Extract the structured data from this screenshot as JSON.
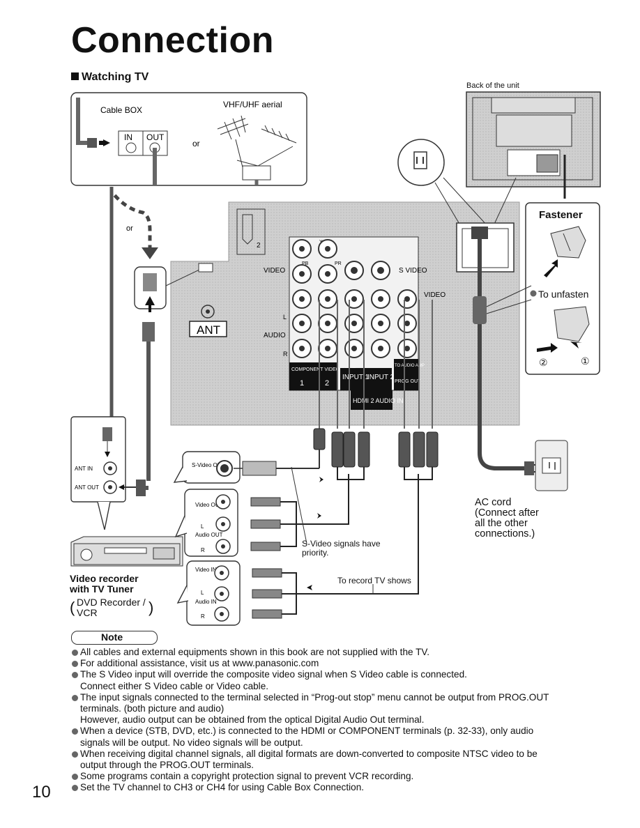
{
  "title": "Connection",
  "section_heading": "Watching TV",
  "labels": {
    "back_of_unit": "Back of the unit",
    "cable_box": "Cable BOX",
    "vhf_uhf_aerial": "VHF/UHF aerial",
    "in": "IN",
    "out": "OUT",
    "or_top": "or",
    "or_left": "or",
    "ant": "ANT",
    "video_label": "VIDEO",
    "audio_label": "AUDIO",
    "l": "L",
    "r": "R",
    "y": "Y",
    "pb": "PB",
    "pr": "PR",
    "s_video": "S VIDEO",
    "video_right": "VIDEO",
    "component_video_input": "COMPONENT VIDEO INPUT",
    "one": "1",
    "two": "2",
    "input1": "INPUT 1",
    "input2": "INPUT 2",
    "hdmi2_audio_in": "HDMI 2 AUDIO IN",
    "to_audio_amp": "TO AUDIO AMP",
    "prog_out": "PROG OUT",
    "hdmi_slot_num": "2",
    "ant_in": "ANT IN",
    "ant_out": "ANT OUT",
    "svideo_out": "S-Video OUT",
    "video_out": "Video OUT",
    "audio_out_l": "L",
    "audio_out": "Audio OUT",
    "audio_out_r": "R",
    "video_in": "Video IN",
    "audio_in_l": "L",
    "audio_in": "Audio IN",
    "audio_in_r": "R",
    "svideo_priority": "S-Video signals have priority.",
    "to_record": "To record TV shows",
    "ac_cord": "AC cord",
    "ac_cord_note": "(Connect after all the other connections.)",
    "fastener": "Fastener",
    "to_unfasten": "To unfasten",
    "step2": "②",
    "step1": "①",
    "video_recorder": "Video recorder",
    "with_tv_tuner": "with TV Tuner",
    "dvd_recorder": "DVD Recorder /",
    "vcr": "VCR"
  },
  "note": {
    "heading": "Note",
    "items": [
      {
        "text": "All cables and external equipments shown in this book are not supplied with the TV."
      },
      {
        "text": "For additional assistance, visit us at www.panasonic.com"
      },
      {
        "text": "The S Video input will override the composite video signal when S Video cable is connected.",
        "cont": "Connect either S Video cable or Video cable."
      },
      {
        "text": "The input signals connected to the terminal selected in “Prog-out stop” menu cannot be output from PROG.OUT",
        "cont": "terminals. (both picture and audio)",
        "cont2": "However, audio output can be obtained from the optical Digital Audio Out terminal."
      },
      {
        "text": "When a device (STB, DVD, etc.) is connected to the HDMI or COMPONENT terminals (p. 32-33), only audio",
        "cont": "signals will be output. No video signals will be output."
      },
      {
        "text": "When receiving digital channel signals, all digital formats are down-converted to composite NTSC video to be",
        "cont": "output through the PROG.OUT terminals."
      },
      {
        "text": "Some programs contain a copyright protection signal to prevent VCR recording."
      },
      {
        "text": "Set the TV channel to CH3 or CH4 for using Cable Box Connection."
      }
    ]
  },
  "page_number": "10"
}
